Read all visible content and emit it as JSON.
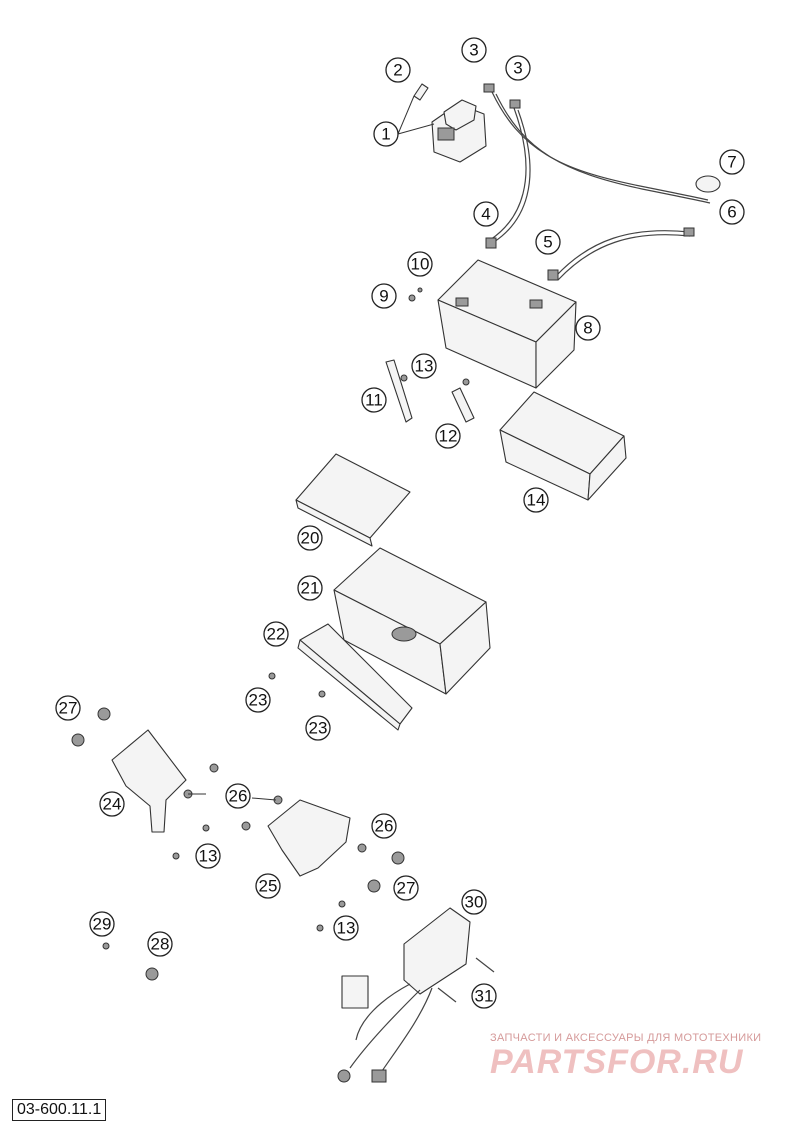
{
  "diagram": {
    "drawing_code": "03-600.11.1",
    "watermark": {
      "caption": "ЗАПЧАСТИ И АКСЕССУАРЫ ДЛЯ МОТОТЕХНИКИ",
      "logo": "PARTSFOR.RU"
    },
    "callouts": [
      "1",
      "2",
      "3",
      "3",
      "4",
      "5",
      "6",
      "7",
      "8",
      "9",
      "10",
      "11",
      "12",
      "13",
      "13",
      "13",
      "14",
      "20",
      "21",
      "22",
      "23",
      "23",
      "24",
      "25",
      "26",
      "26",
      "27",
      "27",
      "28",
      "29",
      "30",
      "31"
    ]
  }
}
